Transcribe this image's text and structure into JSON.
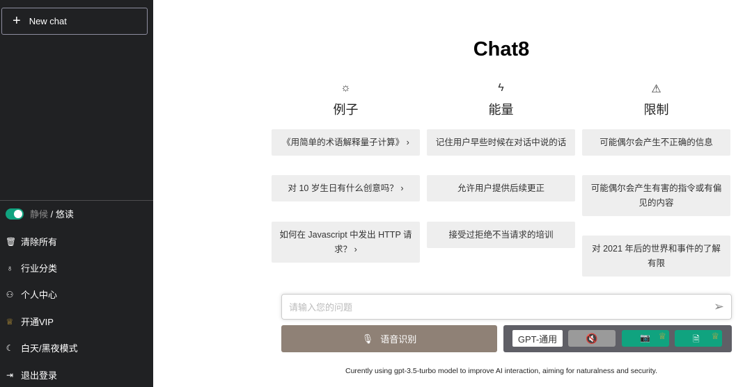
{
  "sidebar": {
    "new_chat": "New chat",
    "toggle": {
      "label_a": "静候",
      "sep": " / ",
      "label_b": "悠读",
      "on": true
    },
    "items": [
      {
        "label": "清除所有",
        "icon": "trash-icon"
      },
      {
        "label": "行业分类",
        "icon": "tie-icon"
      },
      {
        "label": "个人中心",
        "icon": "users-icon"
      },
      {
        "label": "开通VIP",
        "icon": "crown-icon"
      },
      {
        "label": "白天/黑夜模式",
        "icon": "moon-icon"
      },
      {
        "label": "退出登录",
        "icon": "logout-icon"
      }
    ]
  },
  "main": {
    "title": "Chat8",
    "columns": [
      {
        "heading": "例子",
        "icon": "sun-icon",
        "cards": [
          "《用简单的术语解释量子计算》 ›",
          "对 10 岁生日有什么创意吗？ ›",
          "如何在 Javascript 中发出 HTTP 请求？ ›"
        ]
      },
      {
        "heading": "能量",
        "icon": "bolt-icon",
        "cards": [
          "记住用户早些时候在对话中说的话",
          "允许用户提供后续更正",
          "接受过拒绝不当请求的培训"
        ]
      },
      {
        "heading": "限制",
        "icon": "warning-icon",
        "cards": [
          "可能偶尔会产生不正确的信息",
          "可能偶尔会产生有害的指令或有偏见的内容",
          "对 2021 年后的世界和事件的了解有限"
        ]
      }
    ],
    "input_placeholder": "请输入您的问题",
    "voice_button": "语音识别",
    "model_button": "GPT-通用",
    "footer": "Curently using gpt-3.5-turbo model to improve AI interaction, aiming for naturalness and security.",
    "accent": "#10a37f"
  }
}
